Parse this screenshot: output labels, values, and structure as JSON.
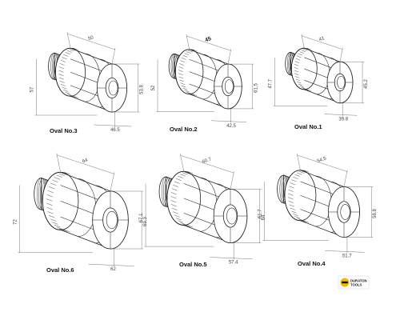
{
  "brand": {
    "line1": "DURATON",
    "line2": "TOOLS",
    "yellow": "#f2b705",
    "dark": "#111111"
  },
  "colors": {
    "line": "#222222",
    "dim": "#555555"
  },
  "parts": [
    {
      "id": "oval-no-3",
      "label": "Oval No.3",
      "d_top": "50",
      "d_side": "53.8",
      "d_left": "57",
      "d_bottom": "46.5"
    },
    {
      "id": "oval-no-2",
      "label": "Oval No.2",
      "d_top": "45",
      "d_side": "61.5",
      "d_left": "52",
      "d_bottom": "42.5"
    },
    {
      "id": "oval-no-1",
      "label": "Oval No.1",
      "d_top": "41",
      "d_side": "45.2",
      "d_left": "47.7",
      "d_bottom": "39.8"
    },
    {
      "id": "oval-no-6",
      "label": "Oval No.6",
      "d_top": "64",
      "d_side": "69.3",
      "d_left": "72",
      "d_bottom": "62"
    },
    {
      "id": "oval-no-5",
      "label": "Oval No.5",
      "d_top": "60.7",
      "d_side": "64",
      "d_left": "67.1",
      "d_bottom": "57.4"
    },
    {
      "id": "oval-no-4",
      "label": "Oval No.4",
      "d_top": "54.5",
      "d_side": "58.8",
      "d_left": "61.7",
      "d_bottom": "51.7"
    }
  ]
}
